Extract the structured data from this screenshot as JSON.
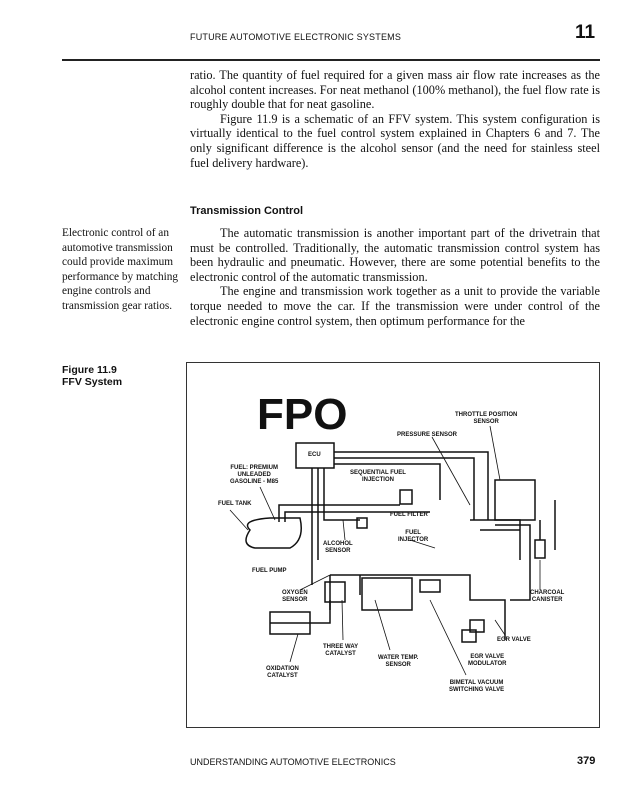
{
  "header": {
    "running_title": "FUTURE AUTOMOTIVE ELECTRONIC SYSTEMS",
    "chapter_number": "11"
  },
  "body": {
    "para1": "ratio. The quantity of fuel required for a given mass air flow rate increases as the alcohol content increases. For neat methanol (100% methanol), the fuel flow rate is roughly double that for neat gasoline.",
    "para2": "Figure 11.9 is a schematic of an FFV system. This system configuration is virtually identical to the fuel control system explained in Chapters 6 and 7. The only significant difference is the alcohol sensor (and the need for stainless steel fuel delivery hardware).",
    "heading": "Transmission Control",
    "para3": "The automatic transmission is another important part of the drivetrain that must be controlled. Traditionally, the automatic transmission control system has been hydraulic and pneumatic. However, there are some potential benefits to the electronic control of the automatic transmission.",
    "para4": "The engine and transmission work together as a unit to provide the variable torque needed to move the car. If the transmission were under control of the electronic engine control system, then optimum performance for the"
  },
  "sidenote": "Electronic control of an automotive transmission could provide maximum performance by matching engine controls and transmission gear ratios.",
  "figure": {
    "caption_number": "Figure 11.9",
    "caption_title": "FFV System",
    "placeholder": "FPO",
    "labels": {
      "throttle": "THROTTLE POSITION\nSENSOR",
      "pressure": "PRESSURE SENSOR",
      "ecu": "ECU",
      "fuel": "FUEL: PREMIUM\nUNLEADED\nGASOLINE - M85",
      "sfi": "SEQUENTIAL FUEL\nINJECTION",
      "tank": "FUEL TANK",
      "filter": "FUEL FILTER",
      "alcohol": "ALCOHOL\nSENSOR",
      "injector": "FUEL\nINJECTOR",
      "pump": "FUEL PUMP",
      "oxygen": "OXYGEN\nSENSOR",
      "canister": "CHARCOAL\nCANISTER",
      "twc": "THREE WAY\nCATALYST",
      "egr": "EGR VALVE",
      "water": "WATER TEMP.\nSENSOR",
      "egrmod": "EGR VALVE\nMODULATOR",
      "oxcat": "OXIDATION\nCATALYST",
      "bimetal": "BIMETAL VACUUM\nSWITCHING VALVE"
    }
  },
  "footer": {
    "book_title": "UNDERSTANDING AUTOMOTIVE ELECTRONICS",
    "page_number": "379"
  }
}
